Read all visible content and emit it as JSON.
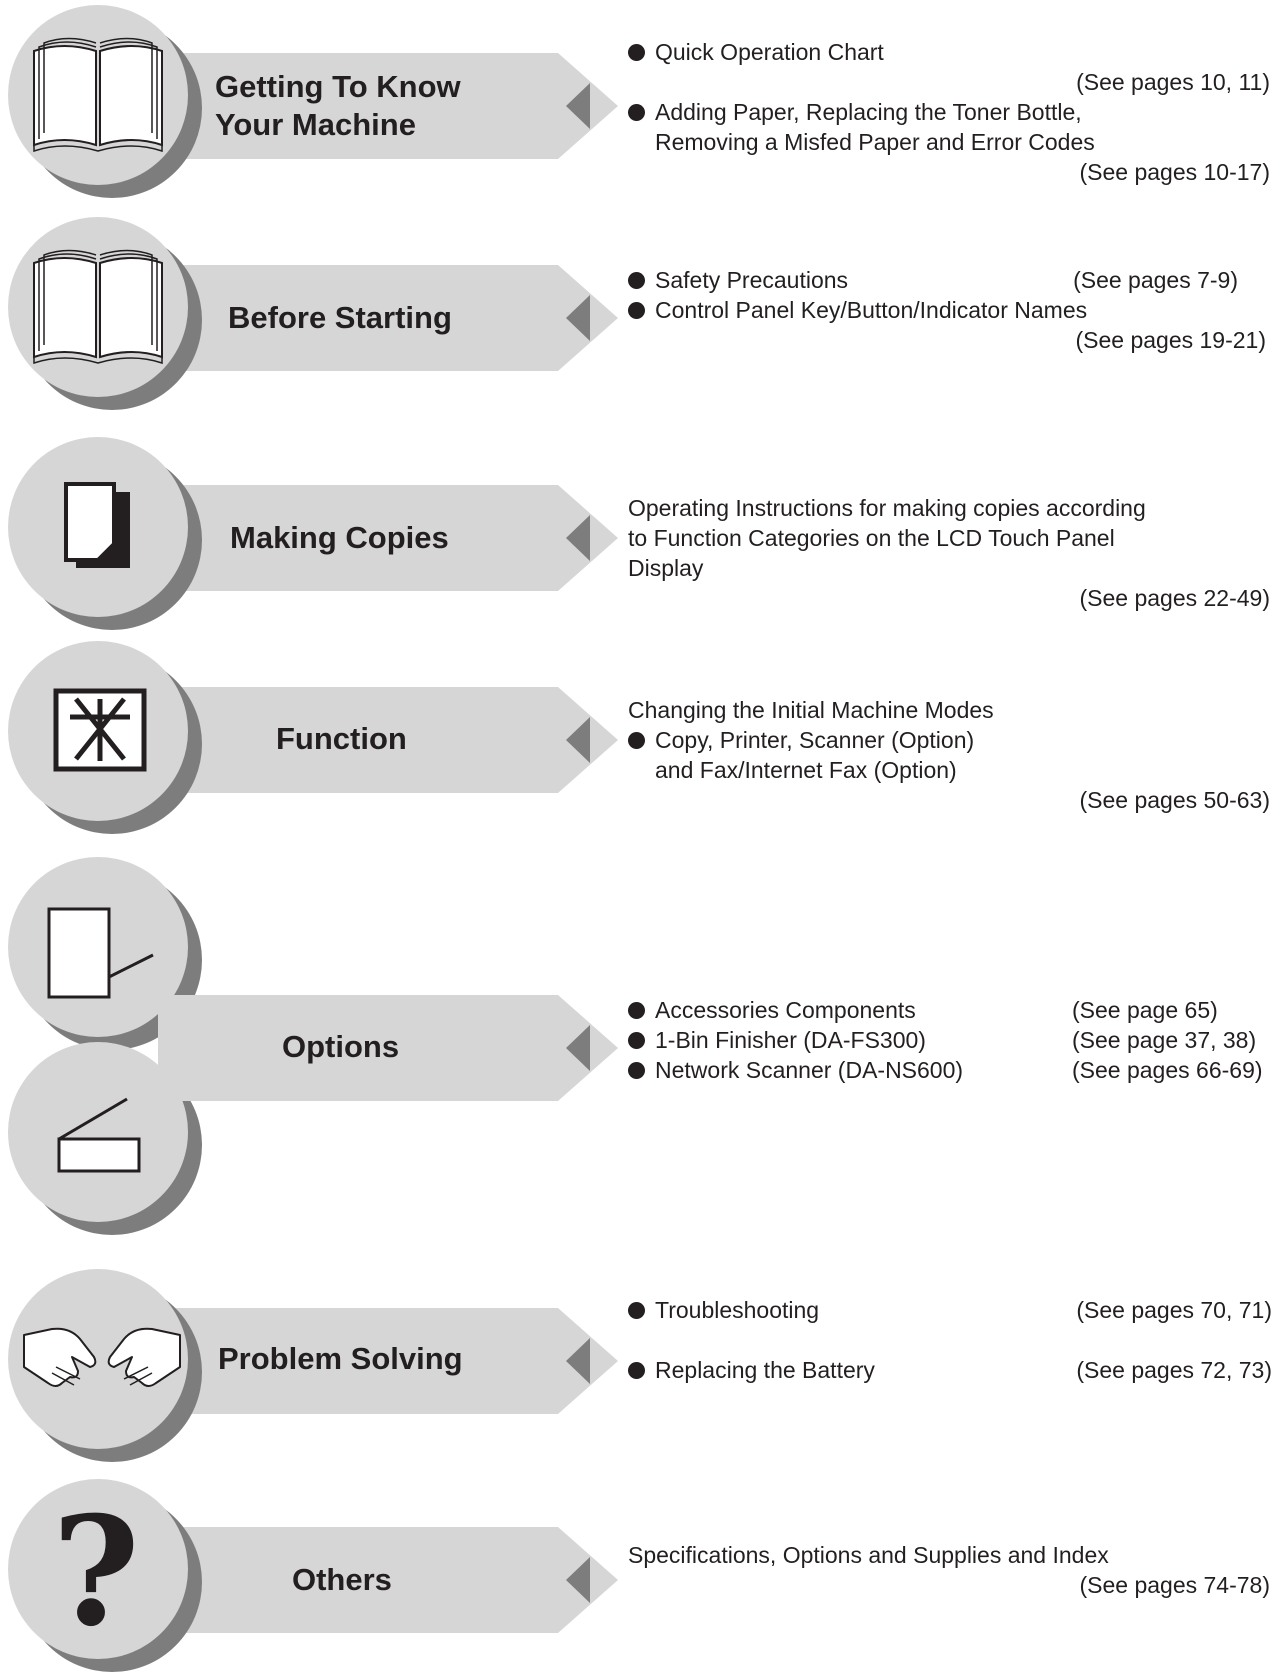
{
  "sections": [
    {
      "icon": "open-book-icon",
      "title_lines": [
        "Getting To Know",
        "Your Machine"
      ],
      "items": [
        {
          "bullet": true,
          "text": "Quick Operation Chart",
          "ref": ""
        },
        {
          "bullet": false,
          "text": "",
          "ref": "(See pages 10, 11)"
        },
        {
          "bullet": true,
          "text": "Adding Paper, Replacing the Toner Bottle,",
          "ref": ""
        },
        {
          "bullet": false,
          "text": "Removing a Misfed Paper and Error Codes",
          "ref": ""
        },
        {
          "bullet": false,
          "text": "",
          "ref": "(See pages 10-17)"
        }
      ]
    },
    {
      "icon": "open-book-icon",
      "title_lines": [
        "Before Starting"
      ],
      "items": [
        {
          "bullet": true,
          "text": "Safety Precautions",
          "ref": "(See pages 7-9)"
        },
        {
          "bullet": true,
          "text": "Control Panel Key/Button/Indicator Names",
          "ref": ""
        },
        {
          "bullet": false,
          "text": "",
          "ref": "(See pages 19-21)"
        }
      ]
    },
    {
      "icon": "copy-document-icon",
      "title_lines": [
        "Making Copies"
      ],
      "items": [
        {
          "bullet": false,
          "text": "Operating Instructions for making copies according",
          "ref": ""
        },
        {
          "bullet": false,
          "text": "to Function Categories on the LCD Touch Panel",
          "ref": ""
        },
        {
          "bullet": false,
          "text": "Display",
          "ref": ""
        },
        {
          "bullet": false,
          "text": "",
          "ref": "(See pages 22-49)"
        }
      ]
    },
    {
      "icon": "asterisk-box-icon",
      "title_lines": [
        "Function"
      ],
      "items": [
        {
          "bullet": false,
          "text": "Changing the Initial Machine Modes",
          "ref": ""
        },
        {
          "bullet": true,
          "text": "Copy, Printer, Scanner (Option)",
          "ref": ""
        },
        {
          "bullet": false,
          "text": "  and Fax/Internet Fax (Option)",
          "ref": ""
        },
        {
          "bullet": false,
          "text": "",
          "ref": "(See pages 50-63)"
        }
      ]
    },
    {
      "icon": "finisher-icon",
      "title_lines": [
        "Options"
      ],
      "items": [
        {
          "bullet": true,
          "text": "Accessories Components",
          "ref": "(See page 65)"
        },
        {
          "bullet": true,
          "text": "1-Bin Finisher (DA-FS300)",
          "ref": "(See page 37, 38)"
        },
        {
          "bullet": true,
          "text": "Network Scanner (DA-NS600)",
          "ref": "(See pages 66-69)"
        }
      ]
    },
    {
      "icon": "handshake-icon",
      "title_lines": [
        "Problem Solving"
      ],
      "items": [
        {
          "bullet": true,
          "text": "Troubleshooting",
          "ref": "(See pages 70, 71)"
        },
        {
          "bullet": false,
          "text": "",
          "ref": ""
        },
        {
          "bullet": true,
          "text": "Replacing the Battery",
          "ref": "(See pages 72, 73)"
        }
      ]
    },
    {
      "icon": "question-mark-icon",
      "title_lines": [
        "Others"
      ],
      "items": [
        {
          "bullet": false,
          "text": "Specifications, Options and Supplies and Index",
          "ref": ""
        },
        {
          "bullet": false,
          "text": "",
          "ref": "(See pages 74-78)"
        }
      ]
    }
  ],
  "colors": {
    "circle": "#d6d6d6",
    "circle_shadow": "#7d7d7d",
    "banner": "#d6d6d6",
    "arrow": "#7d7d7d",
    "text": "#231f20"
  }
}
